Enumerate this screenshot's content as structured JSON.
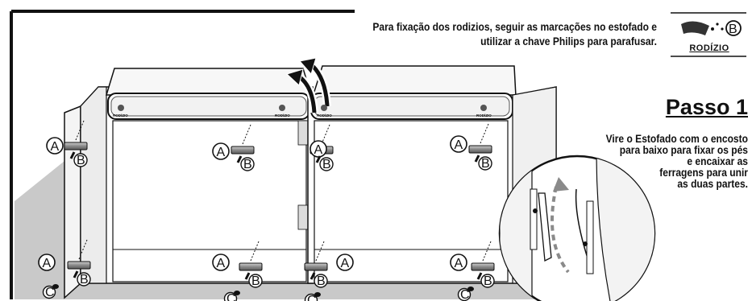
{
  "instructions": {
    "top_note": "Para fixação dos rodizios, seguir as marcações no estofado e utilizar a chave Philips para parafusar."
  },
  "badge": {
    "letter": "B",
    "label": "RODÍZIO"
  },
  "step": {
    "title": "Passo 1",
    "text": "Vire o Estofado com o encosto\npara baixo para fixar os pés\ne encaixar as\nferragens para unir\nas duas partes."
  },
  "labels": {
    "a": "A",
    "b": "B",
    "c": "C",
    "panel_tag": "RODÍZIO"
  }
}
